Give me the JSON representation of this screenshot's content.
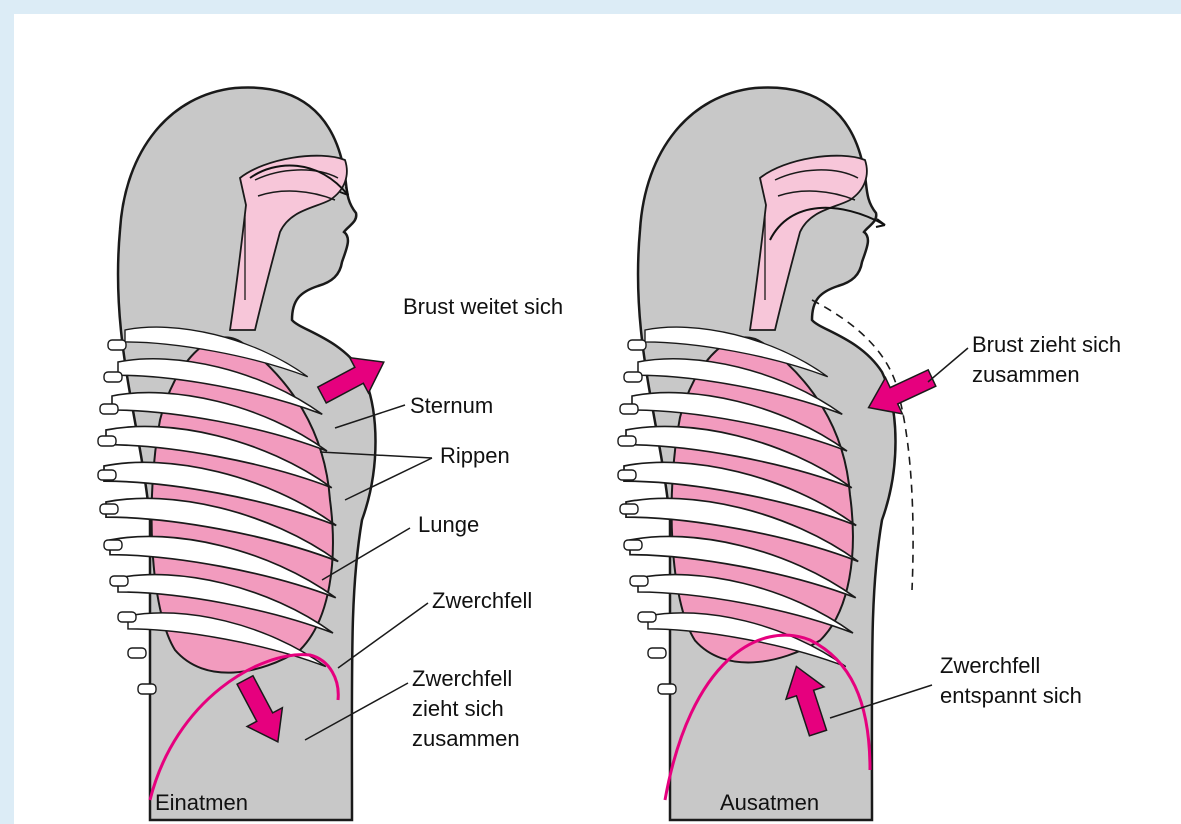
{
  "colors": {
    "background_border": "#dcecf6",
    "body_fill": "#c8c8c8",
    "lung_fill": "#f29bbe",
    "airway_fill": "#f7c6d9",
    "arrow_fill": "#e6007e",
    "rib_fill": "#ffffff",
    "outline": "#1a1a1a"
  },
  "inhale": {
    "caption": "Einatmen",
    "labels": {
      "chest": "Brust weitet sich",
      "sternum": "Sternum",
      "ribs": "Rippen",
      "lung": "Lunge",
      "diaphragm": "Zwerchfell",
      "diaphragm_action_1": "Zwerchfell",
      "diaphragm_action_2": "zieht sich",
      "diaphragm_action_3": "zusammen"
    }
  },
  "exhale": {
    "caption": "Ausatmen",
    "labels": {
      "chest_1": "Brust zieht sich",
      "chest_2": "zusammen",
      "diaphragm_action_1": "Zwerchfell",
      "diaphragm_action_2": "entspannt sich"
    }
  }
}
